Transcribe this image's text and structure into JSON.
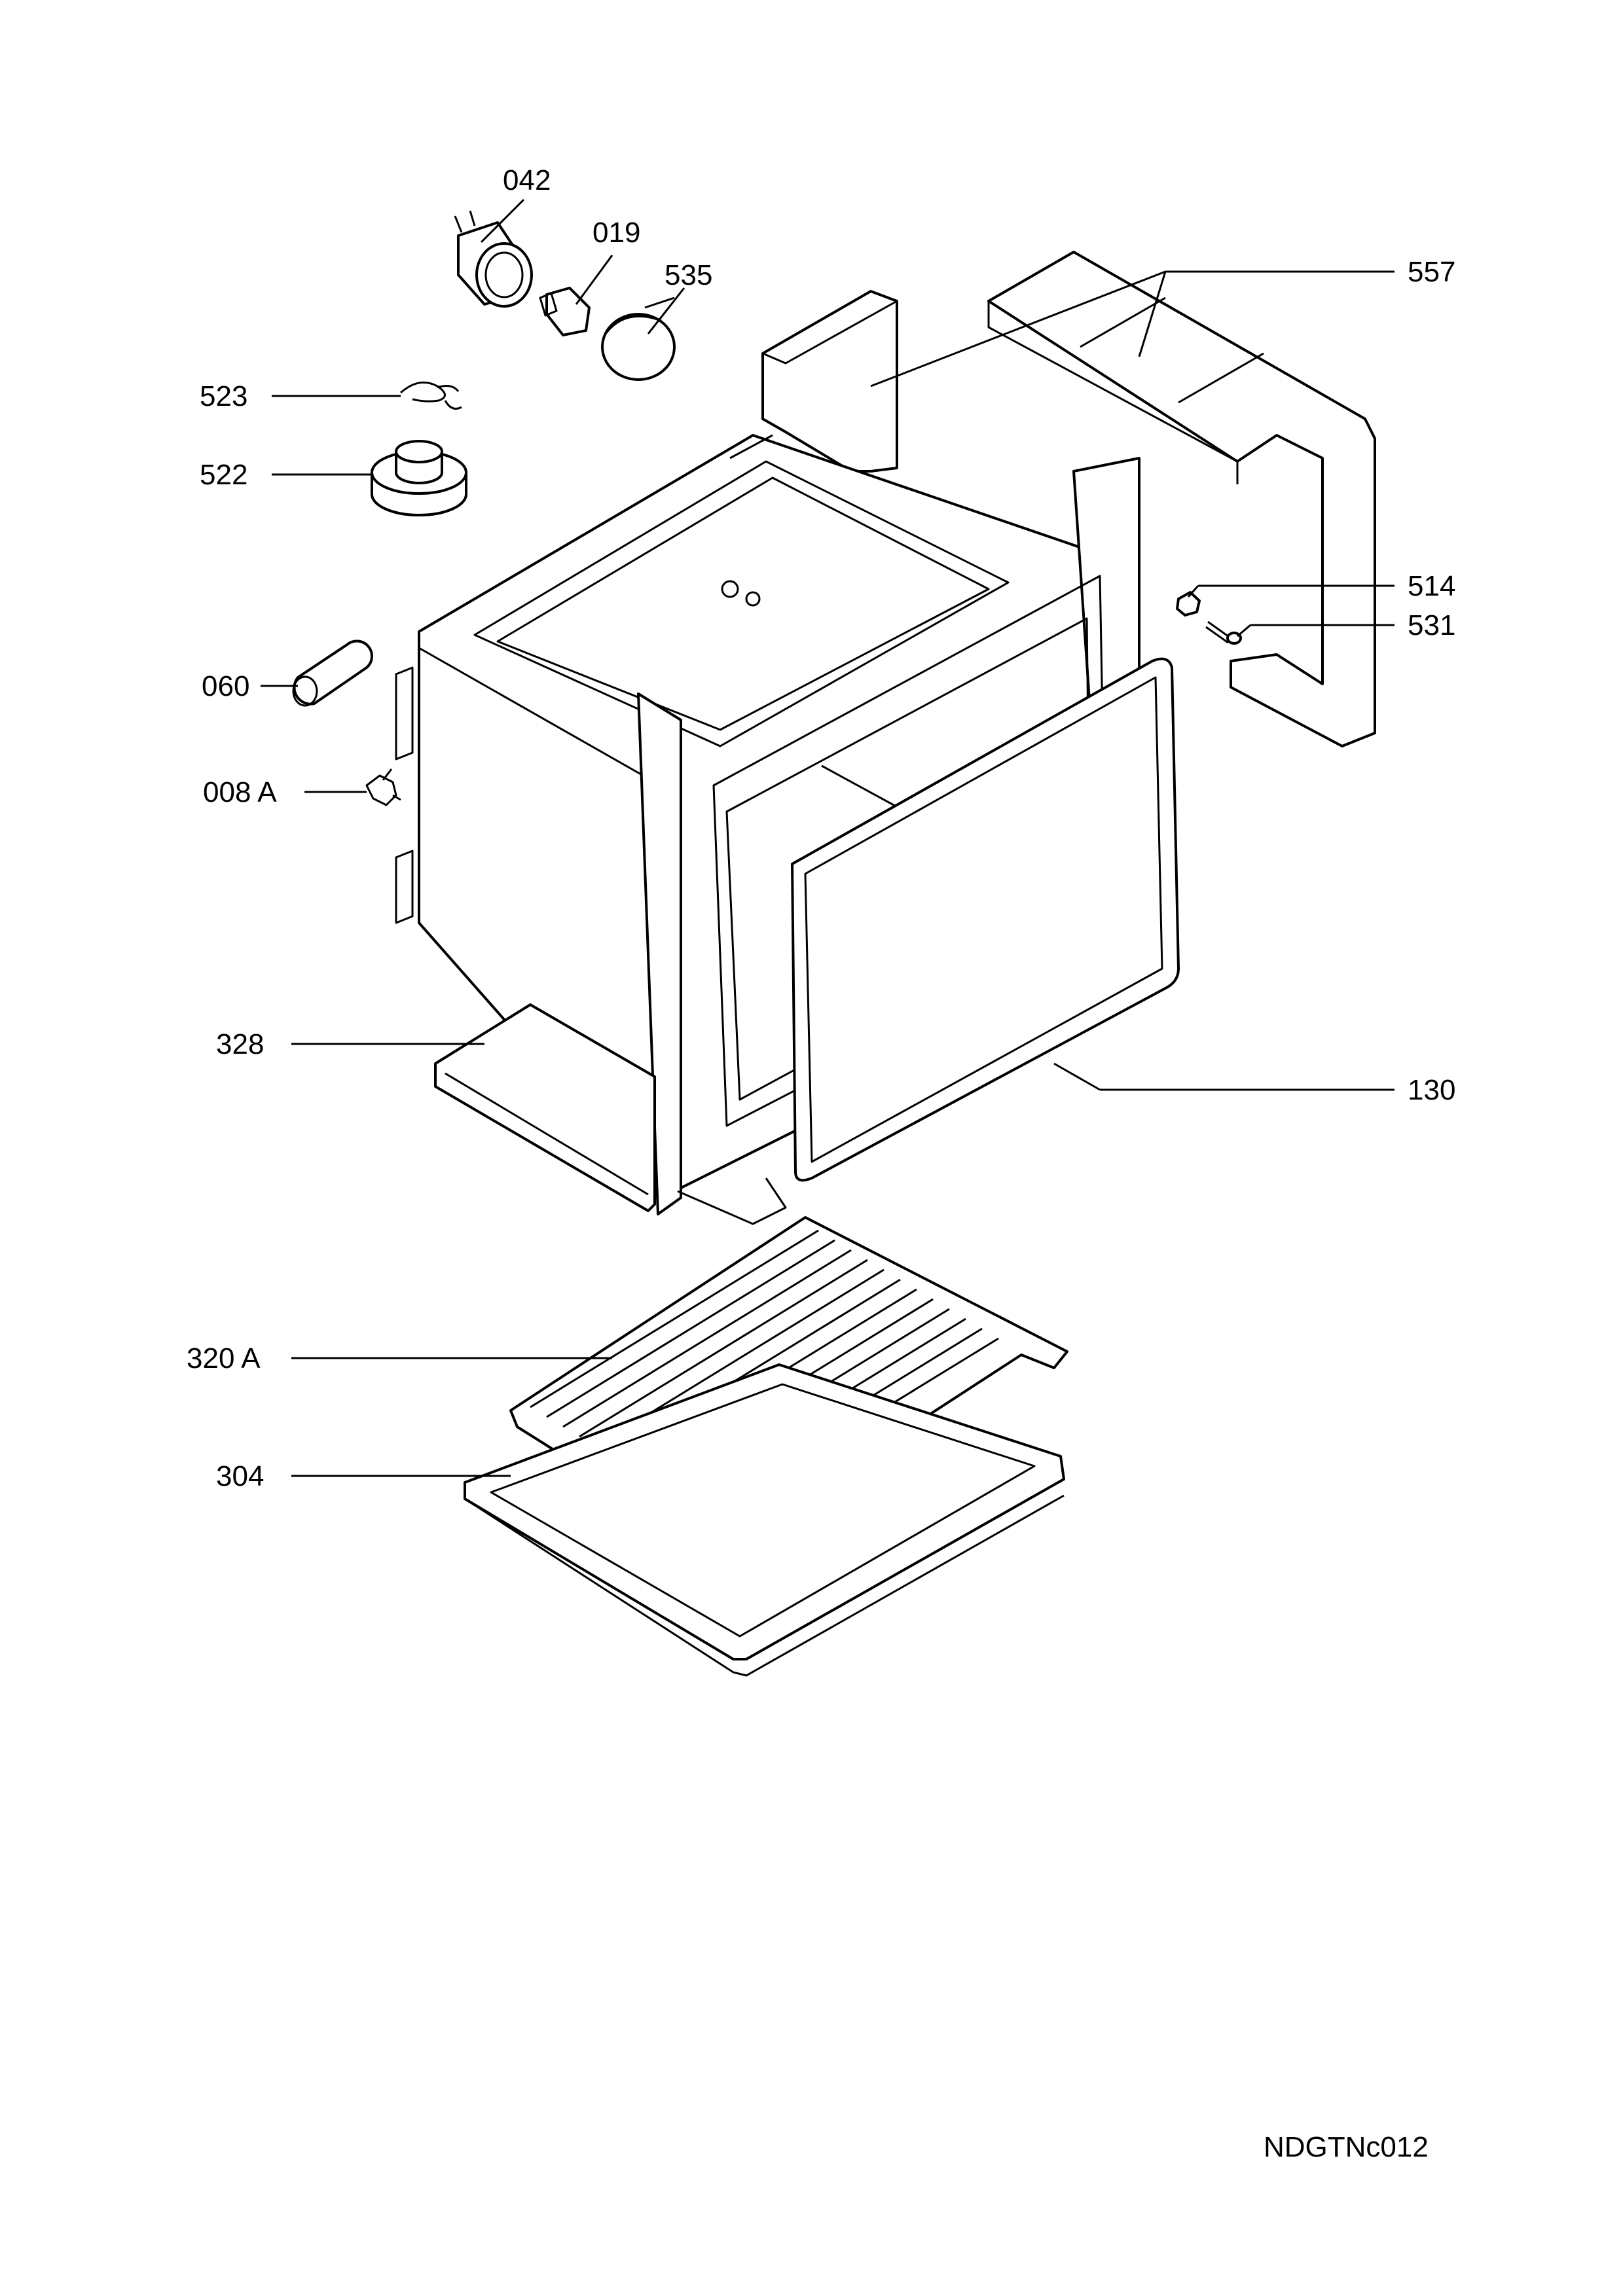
{
  "drawing_code": "NDGTNc012",
  "parts": [
    {
      "key": "042",
      "label": "042"
    },
    {
      "key": "019",
      "label": "019"
    },
    {
      "key": "535",
      "label": "535"
    },
    {
      "key": "557",
      "label": "557"
    },
    {
      "key": "523",
      "label": "523"
    },
    {
      "key": "522",
      "label": "522"
    },
    {
      "key": "514",
      "label": "514"
    },
    {
      "key": "531",
      "label": "531"
    },
    {
      "key": "060",
      "label": "060"
    },
    {
      "key": "008A",
      "label": "008 A"
    },
    {
      "key": "328",
      "label": "328"
    },
    {
      "key": "130",
      "label": "130"
    },
    {
      "key": "320A",
      "label": "320 A"
    },
    {
      "key": "304",
      "label": "304"
    }
  ]
}
